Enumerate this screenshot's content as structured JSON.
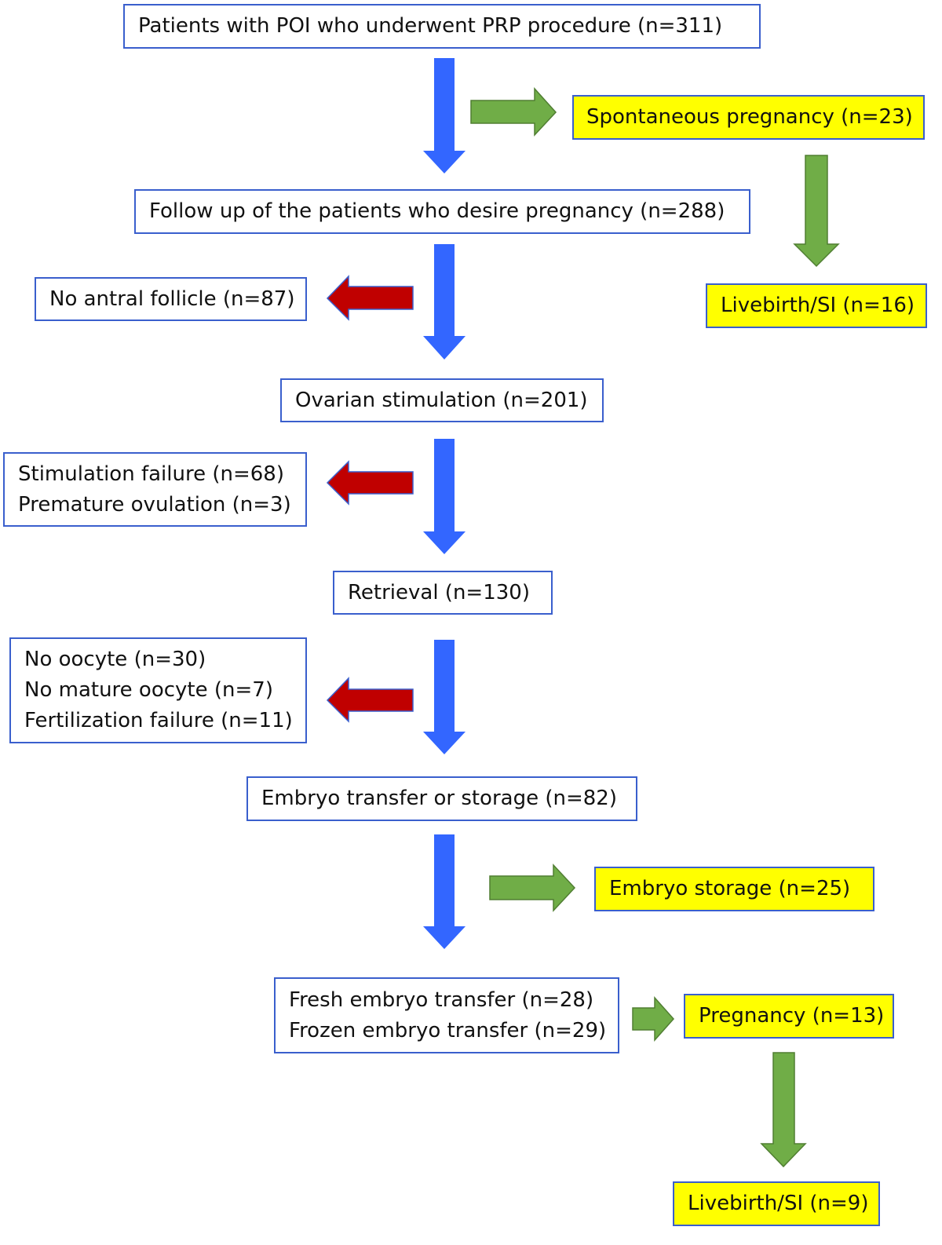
{
  "colors": {
    "main_arrow": "#3366ff",
    "positive_arrow": "#70ad47",
    "exclusion_arrow": "#c00000",
    "box_border": "#3a5fcd",
    "highlight_fill": "#ffff00"
  },
  "boxes": {
    "poi_prp": {
      "lines": [
        "Patients with POI who underwent PRP procedure (n=311)"
      ]
    },
    "spontaneous_pregnancy": {
      "lines": [
        "Spontaneous pregnancy (n=23)"
      ]
    },
    "follow_up": {
      "lines": [
        "Follow up of the patients who desire pregnancy (n=288)"
      ]
    },
    "livebirth_spontaneous": {
      "lines": [
        "Livebirth/SI (n=16)"
      ]
    },
    "no_antral_follicle": {
      "lines": [
        "No antral follicle (n=87)"
      ]
    },
    "ovarian_stimulation": {
      "lines": [
        "Ovarian stimulation (n=201)"
      ]
    },
    "stimulation_failure": {
      "lines": [
        "Stimulation failure (n=68)",
        "Premature ovulation (n=3)"
      ]
    },
    "retrieval": {
      "lines": [
        "Retrieval (n=130)"
      ]
    },
    "no_oocyte": {
      "lines": [
        "No oocyte (n=30)",
        "No mature oocyte (n=7)",
        "Fertilization failure (n=11)"
      ]
    },
    "embryo_transfer_or_storage": {
      "lines": [
        "Embryo transfer or storage (n=82)"
      ]
    },
    "embryo_storage": {
      "lines": [
        "Embryo storage (n=25)"
      ]
    },
    "embryo_transfers": {
      "lines": [
        "Fresh embryo transfer (n=28)",
        "Frozen embryo transfer (n=29)"
      ]
    },
    "pregnancy": {
      "lines": [
        "Pregnancy (n=13)"
      ]
    },
    "livebirth_ivf": {
      "lines": [
        "Livebirth/SI (n=9)"
      ]
    }
  }
}
